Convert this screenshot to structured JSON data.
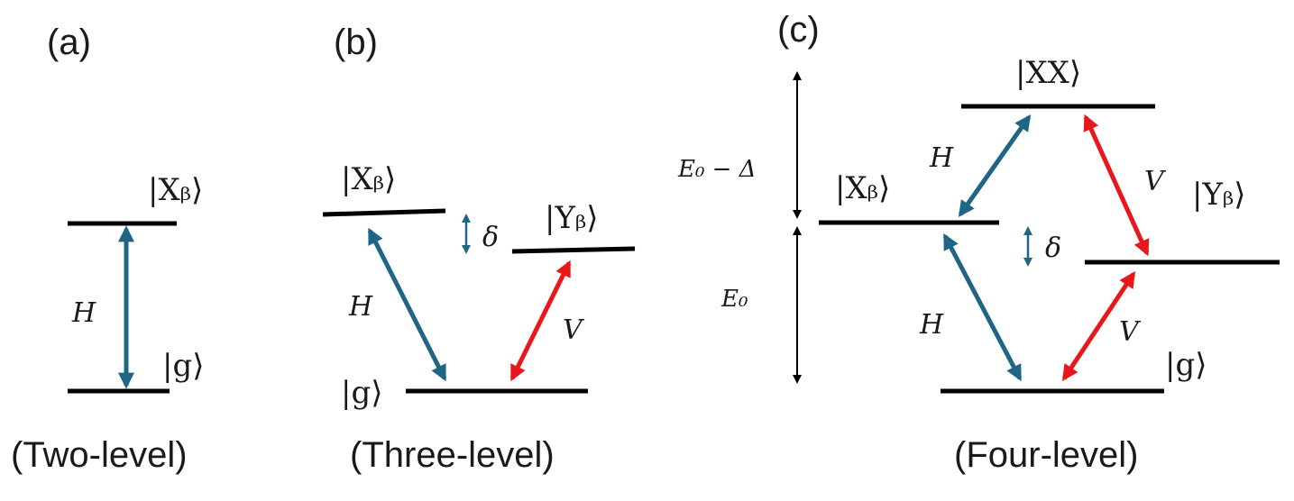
{
  "colors": {
    "level": "#000000",
    "h_arrow": "#1f6585",
    "v_arrow": "#e8171b",
    "energy_arrow": "#000000",
    "text": "#1a1a1a"
  },
  "panels": {
    "a": {
      "label": "(a)",
      "caption": "(Two-level)",
      "states": {
        "xb": "|Xᵦ⟩",
        "g": "|g⟩"
      },
      "transitions": {
        "h": "H"
      }
    },
    "b": {
      "label": "(b)",
      "caption": "(Three-level)",
      "states": {
        "xb": "|Xᵦ⟩",
        "yb": "|Yᵦ⟩",
        "g": "|g⟩"
      },
      "transitions": {
        "h": "H",
        "v": "V"
      },
      "splitting": "δ"
    },
    "c": {
      "label": "(c)",
      "caption": "(Four-level)",
      "states": {
        "xx": "|XX⟩",
        "xb": "|Xᵦ⟩",
        "yb": "|Yᵦ⟩",
        "g": "|g⟩"
      },
      "transitions": {
        "h_upper": "H",
        "v_upper": "V",
        "h_lower": "H",
        "v_lower": "V"
      },
      "splitting": "δ",
      "energies": {
        "upper": "E₀ − Δ",
        "lower": "E₀"
      }
    }
  }
}
